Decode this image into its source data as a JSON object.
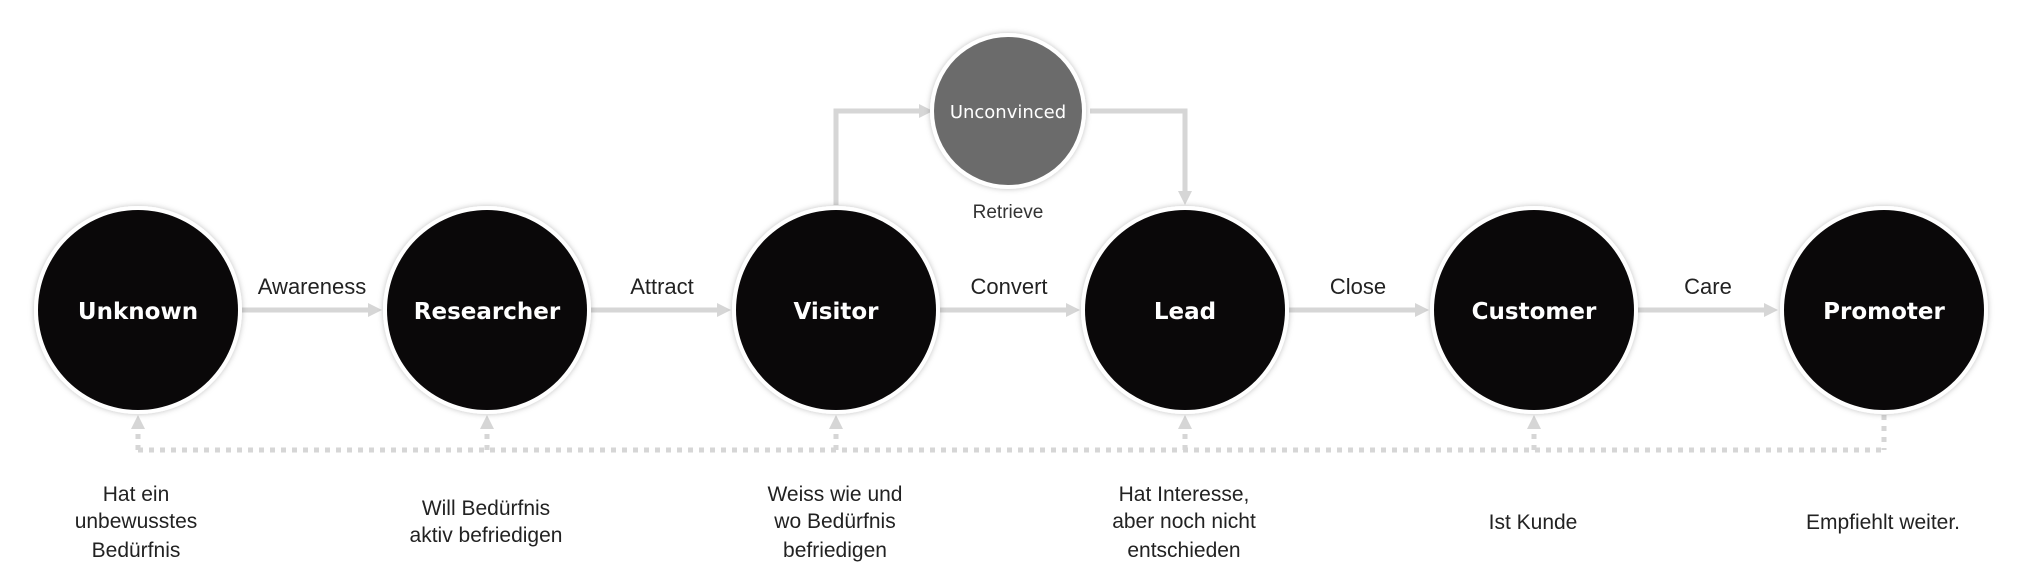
{
  "nodes": [
    {
      "label": "Unknown",
      "description": [
        "Hat ein",
        "unbewusstes",
        "Bedürfnis"
      ]
    },
    {
      "label": "Researcher",
      "description": [
        "Will Bedürfnis",
        "aktiv befriedigen"
      ]
    },
    {
      "label": "Visitor",
      "description": [
        "Weiss wie und",
        "wo Bedürfnis",
        "befriedigen"
      ]
    },
    {
      "label": "Lead",
      "description": [
        "Hat Interesse,",
        "aber noch nicht",
        "entschieden"
      ]
    },
    {
      "label": "Customer",
      "description": [
        "Ist Kunde"
      ]
    },
    {
      "label": "Promoter",
      "description": [
        "Empfiehlt weiter."
      ]
    }
  ],
  "edges": [
    "Awareness",
    "Attract",
    "Convert",
    "Close",
    "Care"
  ],
  "side_node": {
    "label": "Unconvinced",
    "caption": "Retrieve"
  },
  "colors": {
    "node": "#0a0809",
    "side_node": "#6b6b6b",
    "connector": "#d6d6d6",
    "text": "#222222"
  }
}
